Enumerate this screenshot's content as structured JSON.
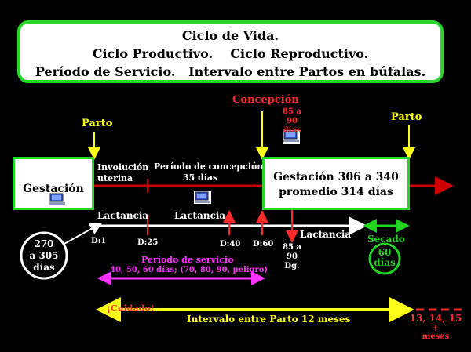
{
  "title": {
    "line1": "Ciclo de Vida.",
    "line2": "Ciclo Productivo.    Ciclo Reproductivo.",
    "line3": "Período de Servicio.   Intervalo entre Partos en búfalas."
  },
  "labels": {
    "parto_left": "Parto",
    "parto_right": "Parto",
    "concepcion": "Concepción",
    "concepcion_days": "85 a 90 días",
    "gestacion_left": "Gestación",
    "gestacion_right_1": "Gestación 306  a 340",
    "gestacion_right_2": "promedio 314 días",
    "involucion_1": "Involución",
    "involucion_2": "uterina",
    "periodo_concepcion_1": "Período de concepción",
    "periodo_concepcion_2": "35 días",
    "lactancia_1": "Lactancia",
    "lactancia_2": "Lactancia",
    "lactancia_3": "Lactancia",
    "d1": "D:1",
    "d25": "D:25",
    "d40": "D:40",
    "d60": "D:60",
    "dg_1": "85 a 90",
    "dg_2": "Dg.",
    "circle_1": "270",
    "circle_2": "a 305",
    "circle_3": "días",
    "secado": "Secado",
    "secado_circle_1": "60",
    "secado_circle_2": "días",
    "periodo_servicio": "Período de servicio",
    "servicio_days": "40, 50, 60 días; (70, 80, 90, peligro)",
    "intervalo_start": "¡Cuidado!",
    "intervalo": "Intervalo entre Parto 12 meses",
    "meses_1": "13, 14, 15 +",
    "meses_2": "meses"
  },
  "icons": {
    "monitor": "computer-icon"
  },
  "colors": {
    "yellow": "#ffff1a",
    "red": "#ff2a2a",
    "green": "#22d322",
    "magenta": "#ff33ff",
    "white": "#ffffff",
    "darkred": "#cc0000"
  }
}
